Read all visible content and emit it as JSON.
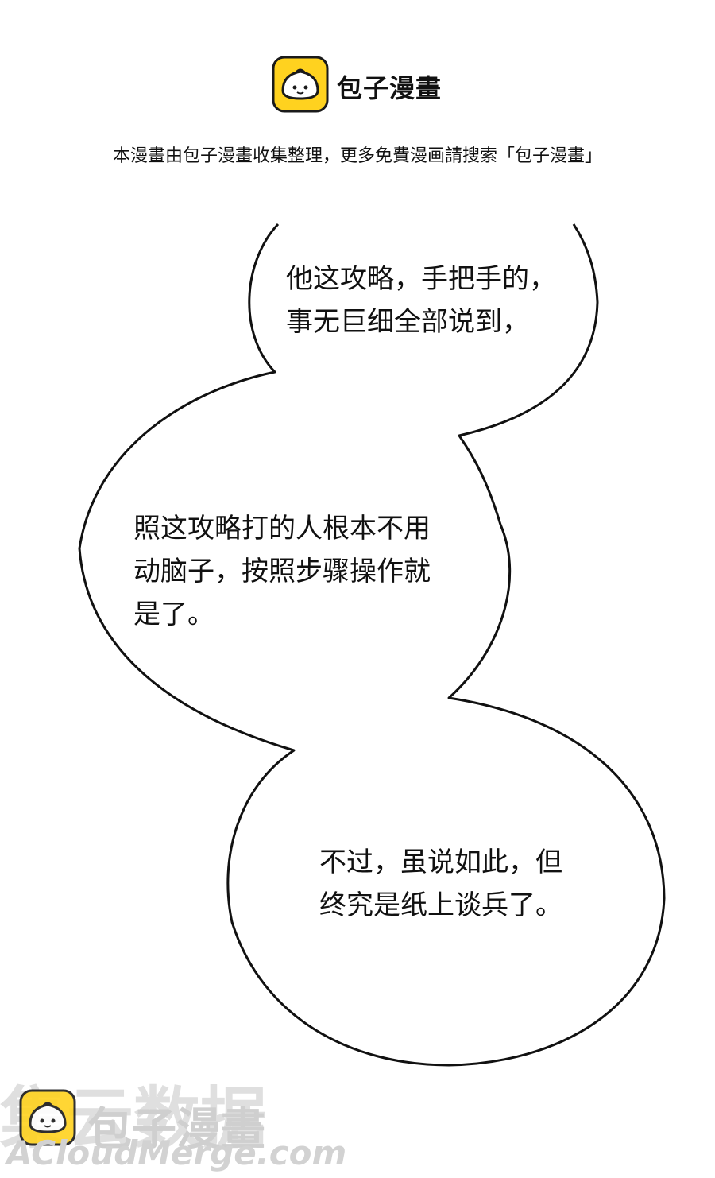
{
  "header": {
    "logo_icon": "bun-mascot-icon",
    "brand_name": "包子漫畫",
    "notice": "本漫畫由包子漫畫收集整理，更多免費漫画請搜索「包子漫畫」"
  },
  "bubbles": [
    {
      "lines": [
        "他这攻略，手把手的，",
        "事无巨细全部说到，"
      ]
    },
    {
      "lines": [
        "照这攻略打的人根本不用",
        "动脑子，按照步骤操作就",
        "是了。"
      ]
    },
    {
      "lines": [
        "不过，虽说如此，但",
        "终究是纸上谈兵了。"
      ]
    }
  ],
  "watermark": {
    "icon": "bun-mascot-icon",
    "title": "集云数据",
    "sub": "包子漫畫",
    "url": "ACloudMerge.com"
  },
  "colors": {
    "logo_yellow": "#FFD21F",
    "logo_dark": "#1a1a1a",
    "bubble_stroke": "#111111",
    "watermark_gray": "#dcdcdc"
  }
}
